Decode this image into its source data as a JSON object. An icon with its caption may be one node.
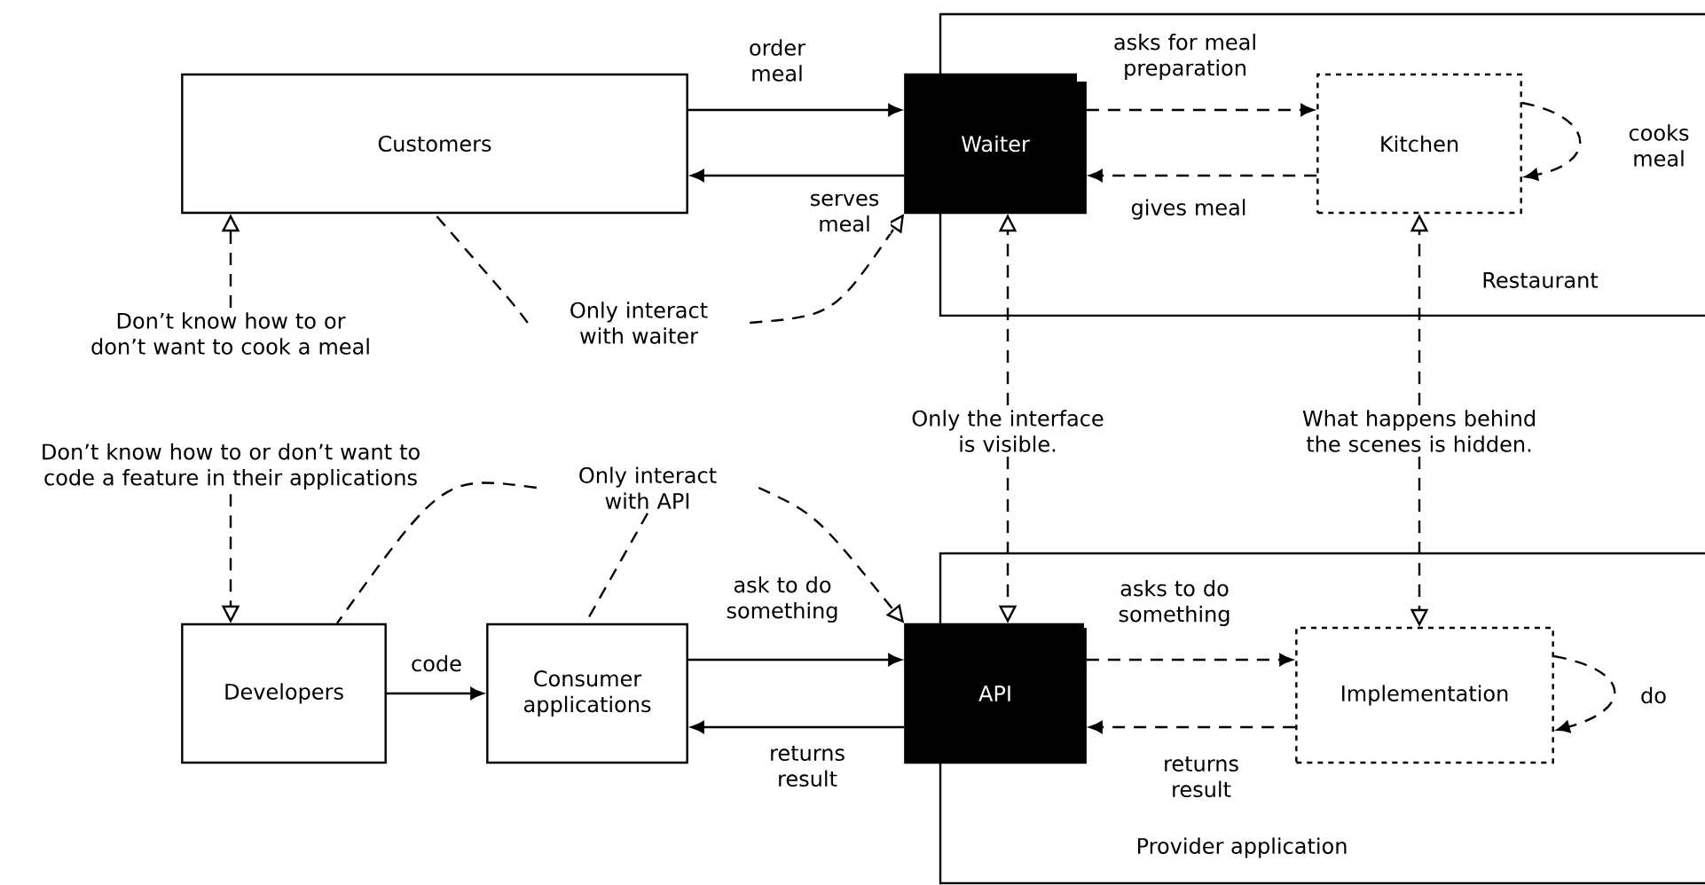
{
  "diagram": {
    "nodes": [
      {
        "text": [
          "Customers"
        ]
      },
      {
        "text": [
          "Restaurant"
        ]
      },
      {
        "text": [
          "Waiter"
        ]
      },
      {
        "text": [
          "Kitchen"
        ],
        "in": 1
      },
      {
        "text": [
          "Don’t know how to or don’t want to cook a meal"
        ]
      },
      {
        "text": [
          "Only interact with waiter"
        ]
      },
      {
        "text": [
          "Only the interface is visible."
        ]
      },
      {
        "text": [
          "What happens behind the scenes is hidden."
        ]
      },
      {
        "text": [
          "Don’t know how to or don’t want to code a feature in their applications"
        ]
      },
      {
        "text": [
          "Only interact with API"
        ]
      },
      {
        "text": [
          "Developers"
        ]
      },
      {
        "text": [
          "Consumer applications"
        ]
      },
      {
        "text": [
          "Provider application"
        ]
      },
      {
        "text": [
          "API"
        ]
      },
      {
        "text": [
          "Implementation"
        ],
        "in": 12
      }
    ],
    "edges": [
      {
        "from": 0,
        "to": 2,
        "arrow": "to",
        "label": "order meal"
      },
      {
        "from": 2,
        "to": 0,
        "arrow": "to",
        "label": "serves meal"
      },
      {
        "from": 2,
        "to": 3,
        "arrow": "to",
        "label": "asks for meal preparation",
        "style": "dashed"
      },
      {
        "from": 3,
        "to": 2,
        "arrow": "to",
        "label": "gives meal",
        "style": "dashed"
      },
      {
        "from": 3,
        "to": 3,
        "arrow": "to",
        "label": "cooks meal",
        "style": "dashed"
      },
      {
        "from": 4,
        "to": 0,
        "arrow": "to",
        "style": "dashed"
      },
      {
        "from": 5,
        "to": 0,
        "arrow": "none",
        "style": "dashed"
      },
      {
        "from": 5,
        "to": 2,
        "arrow": "to",
        "style": "dashed"
      },
      {
        "from": 6,
        "to": 2,
        "arrow": "to",
        "style": "dashed"
      },
      {
        "from": 6,
        "to": 13,
        "arrow": "to",
        "style": "dashed"
      },
      {
        "from": 7,
        "to": 3,
        "arrow": "to",
        "style": "dashed"
      },
      {
        "from": 7,
        "to": 14,
        "arrow": "to",
        "style": "dashed"
      },
      {
        "from": 8,
        "to": 10,
        "arrow": "to",
        "style": "dashed"
      },
      {
        "from": 9,
        "to": 10,
        "arrow": "none",
        "style": "dashed"
      },
      {
        "from": 9,
        "to": 11,
        "arrow": "none",
        "style": "dashed"
      },
      {
        "from": 9,
        "to": 13,
        "arrow": "to",
        "style": "dashed"
      },
      {
        "from": 10,
        "to": 11,
        "arrow": "to",
        "label": "code"
      },
      {
        "from": 11,
        "to": 13,
        "arrow": "to",
        "label": "ask to do something"
      },
      {
        "from": 13,
        "to": 11,
        "arrow": "to",
        "label": "returns result"
      },
      {
        "from": 13,
        "to": 14,
        "arrow": "to",
        "label": "asks to do something",
        "style": "dashed"
      },
      {
        "from": 14,
        "to": 13,
        "arrow": "to",
        "label": "returns result",
        "style": "dashed"
      },
      {
        "from": 14,
        "to": 14,
        "arrow": "to",
        "label": "do",
        "style": "dashed"
      }
    ]
  }
}
